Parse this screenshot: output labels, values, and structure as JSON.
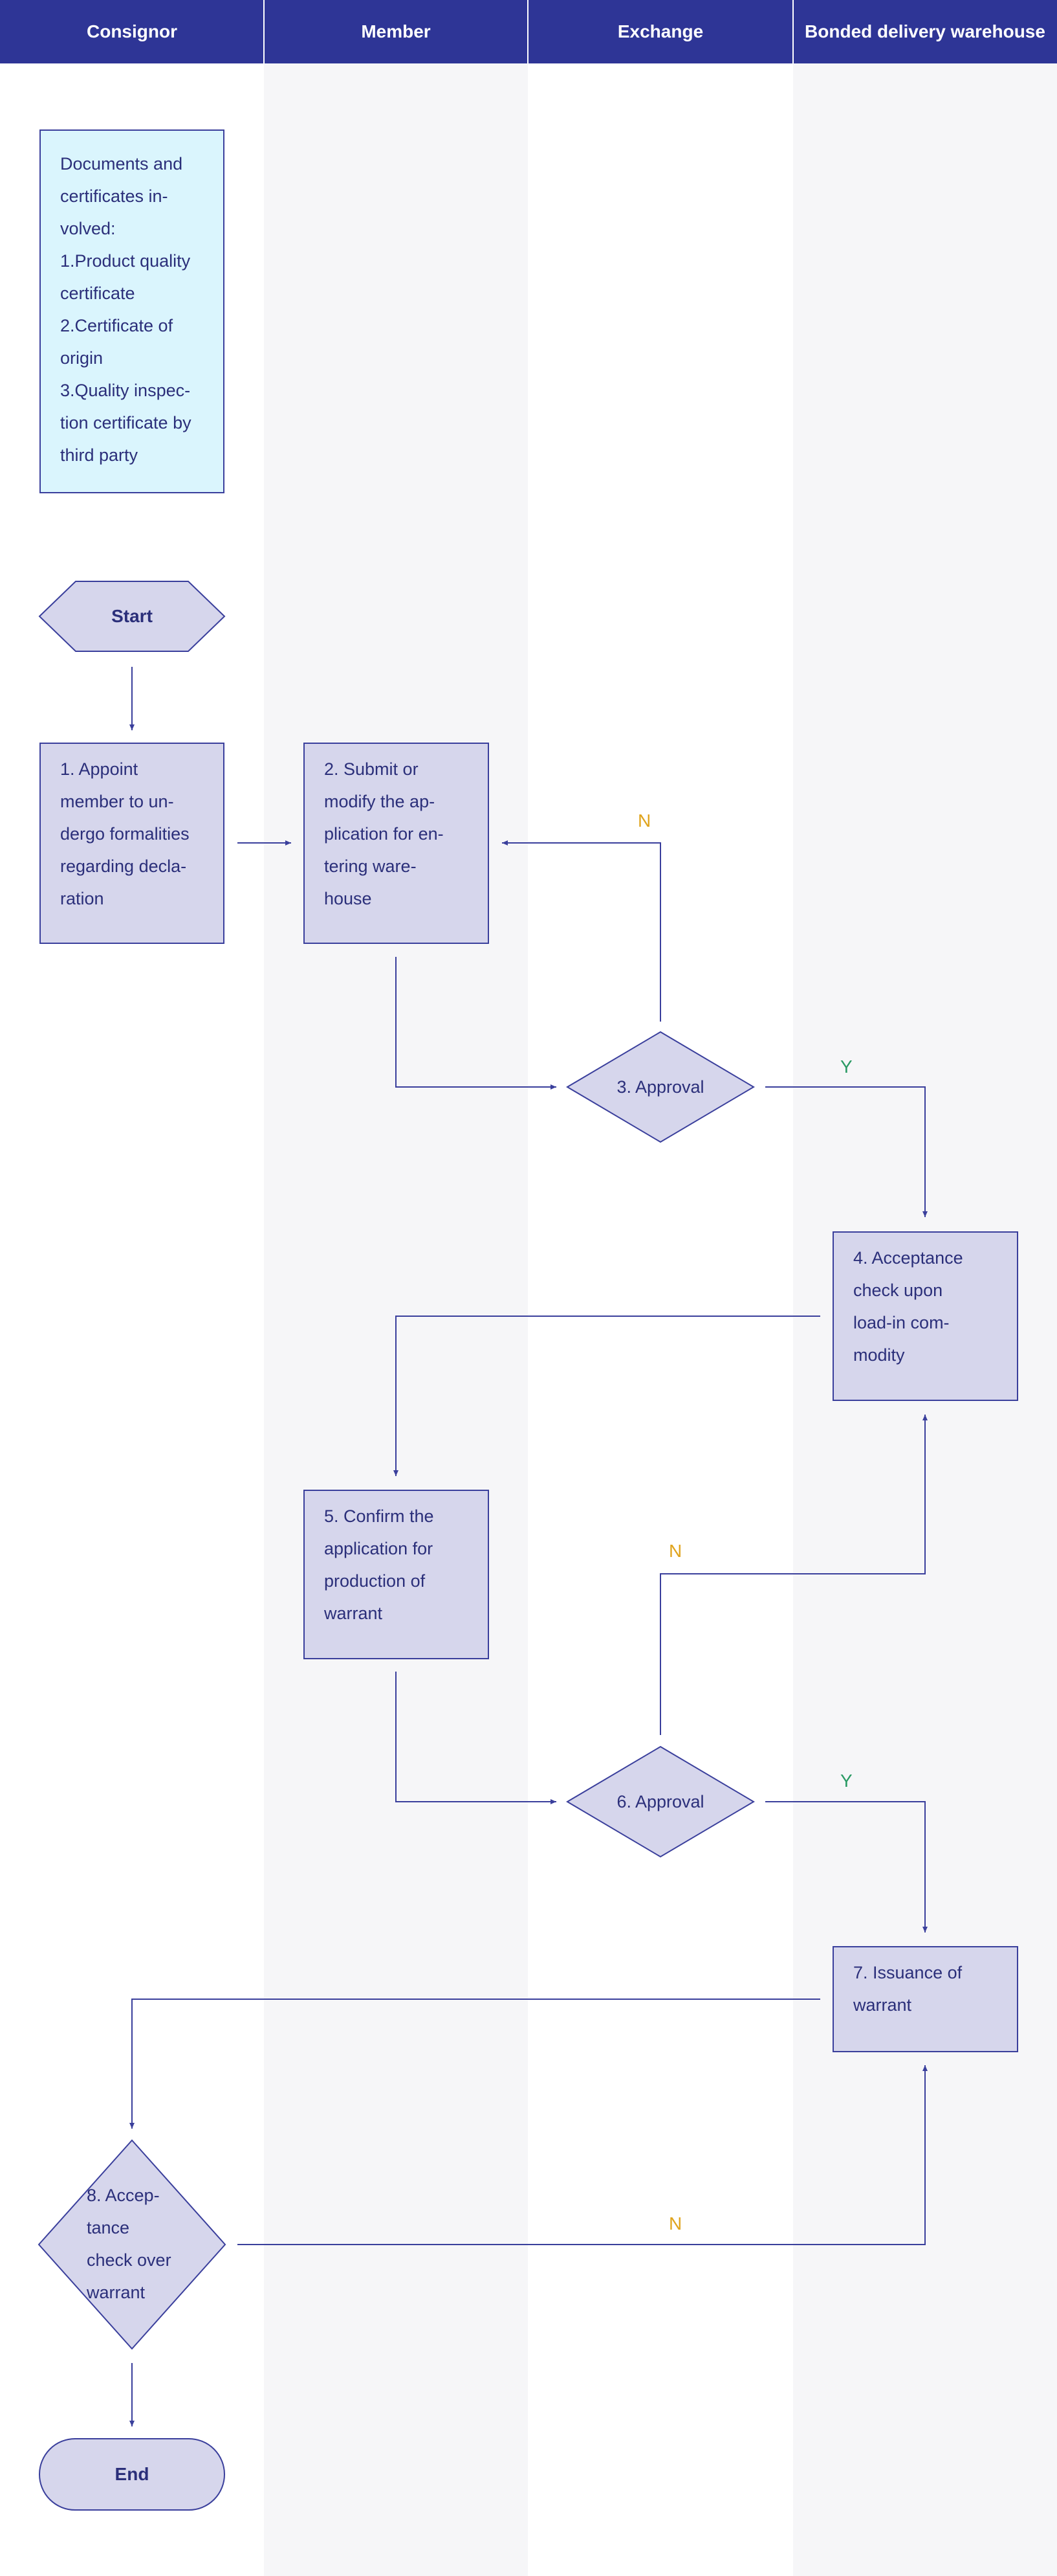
{
  "lanes": [
    "Consignor",
    "Member",
    "Exchange",
    "Bonded delivery warehouse"
  ],
  "note": {
    "lines": [
      "Documents and",
      "certificates in-",
      "volved:",
      "1.Product quality",
      "certificate",
      "2.Certificate of",
      "origin",
      "3.Quality inspec-",
      "tion certificate by",
      "third party"
    ]
  },
  "start": "Start",
  "end": "End",
  "step1": [
    "1. Appoint",
    "member to un-",
    "dergo formalities",
    "regarding decla-",
    "ration"
  ],
  "step2": [
    "2. Submit or",
    "modify the ap-",
    "plication for en-",
    "tering ware-",
    "house"
  ],
  "step3": "3. Approval",
  "step4": [
    "4. Acceptance",
    "check upon",
    "load-in com-",
    "modity"
  ],
  "step5": [
    "5. Confirm the",
    "application for",
    "production of",
    "warrant"
  ],
  "step6": "6. Approval",
  "step7": [
    "7. Issuance of",
    "warrant"
  ],
  "step8": [
    "8. Accep-",
    "tance",
    "check over",
    "warrant"
  ],
  "labels": {
    "no": "N",
    "yes": "Y"
  },
  "colors": {
    "header": "#2e3596",
    "node_fill": "#d6d6ec",
    "note_fill": "#daf5fd",
    "line": "#3a3f9c",
    "no_label": "#e0a41e",
    "yes_label": "#2a9a64"
  }
}
